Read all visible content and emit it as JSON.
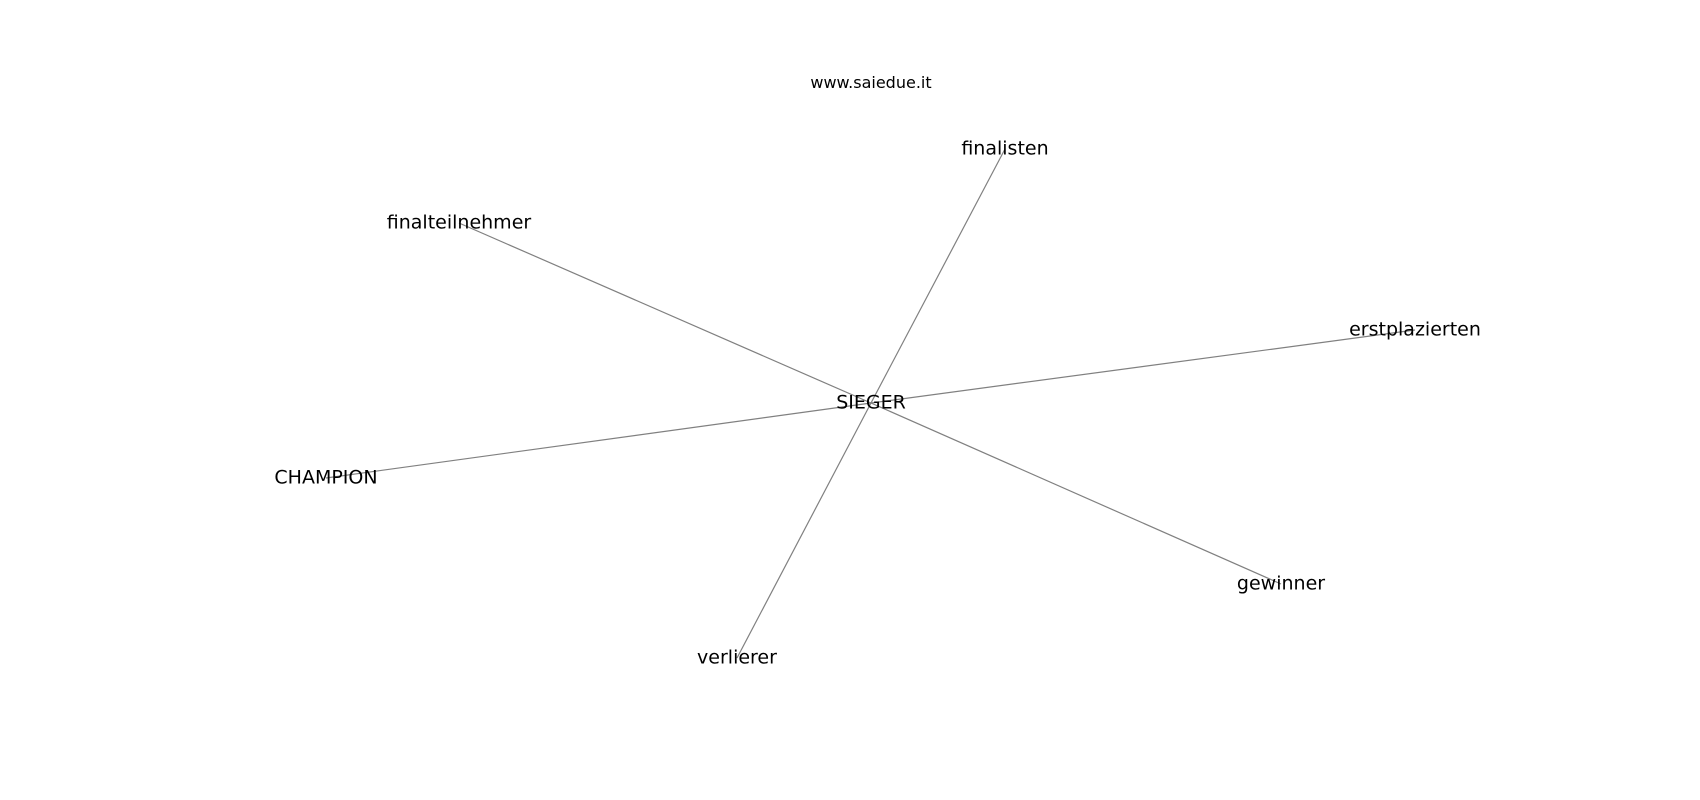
{
  "watermark": "www.saiedue.it",
  "graph": {
    "center": "SIEGER",
    "nodes": [
      {
        "id": "finalisten"
      },
      {
        "id": "finalteilnehmer"
      },
      {
        "id": "erstplazierten"
      },
      {
        "id": "CHAMPION"
      },
      {
        "id": "gewinner"
      },
      {
        "id": "verlierer"
      }
    ],
    "edge_color": "#808080",
    "text_color": "#000000"
  }
}
